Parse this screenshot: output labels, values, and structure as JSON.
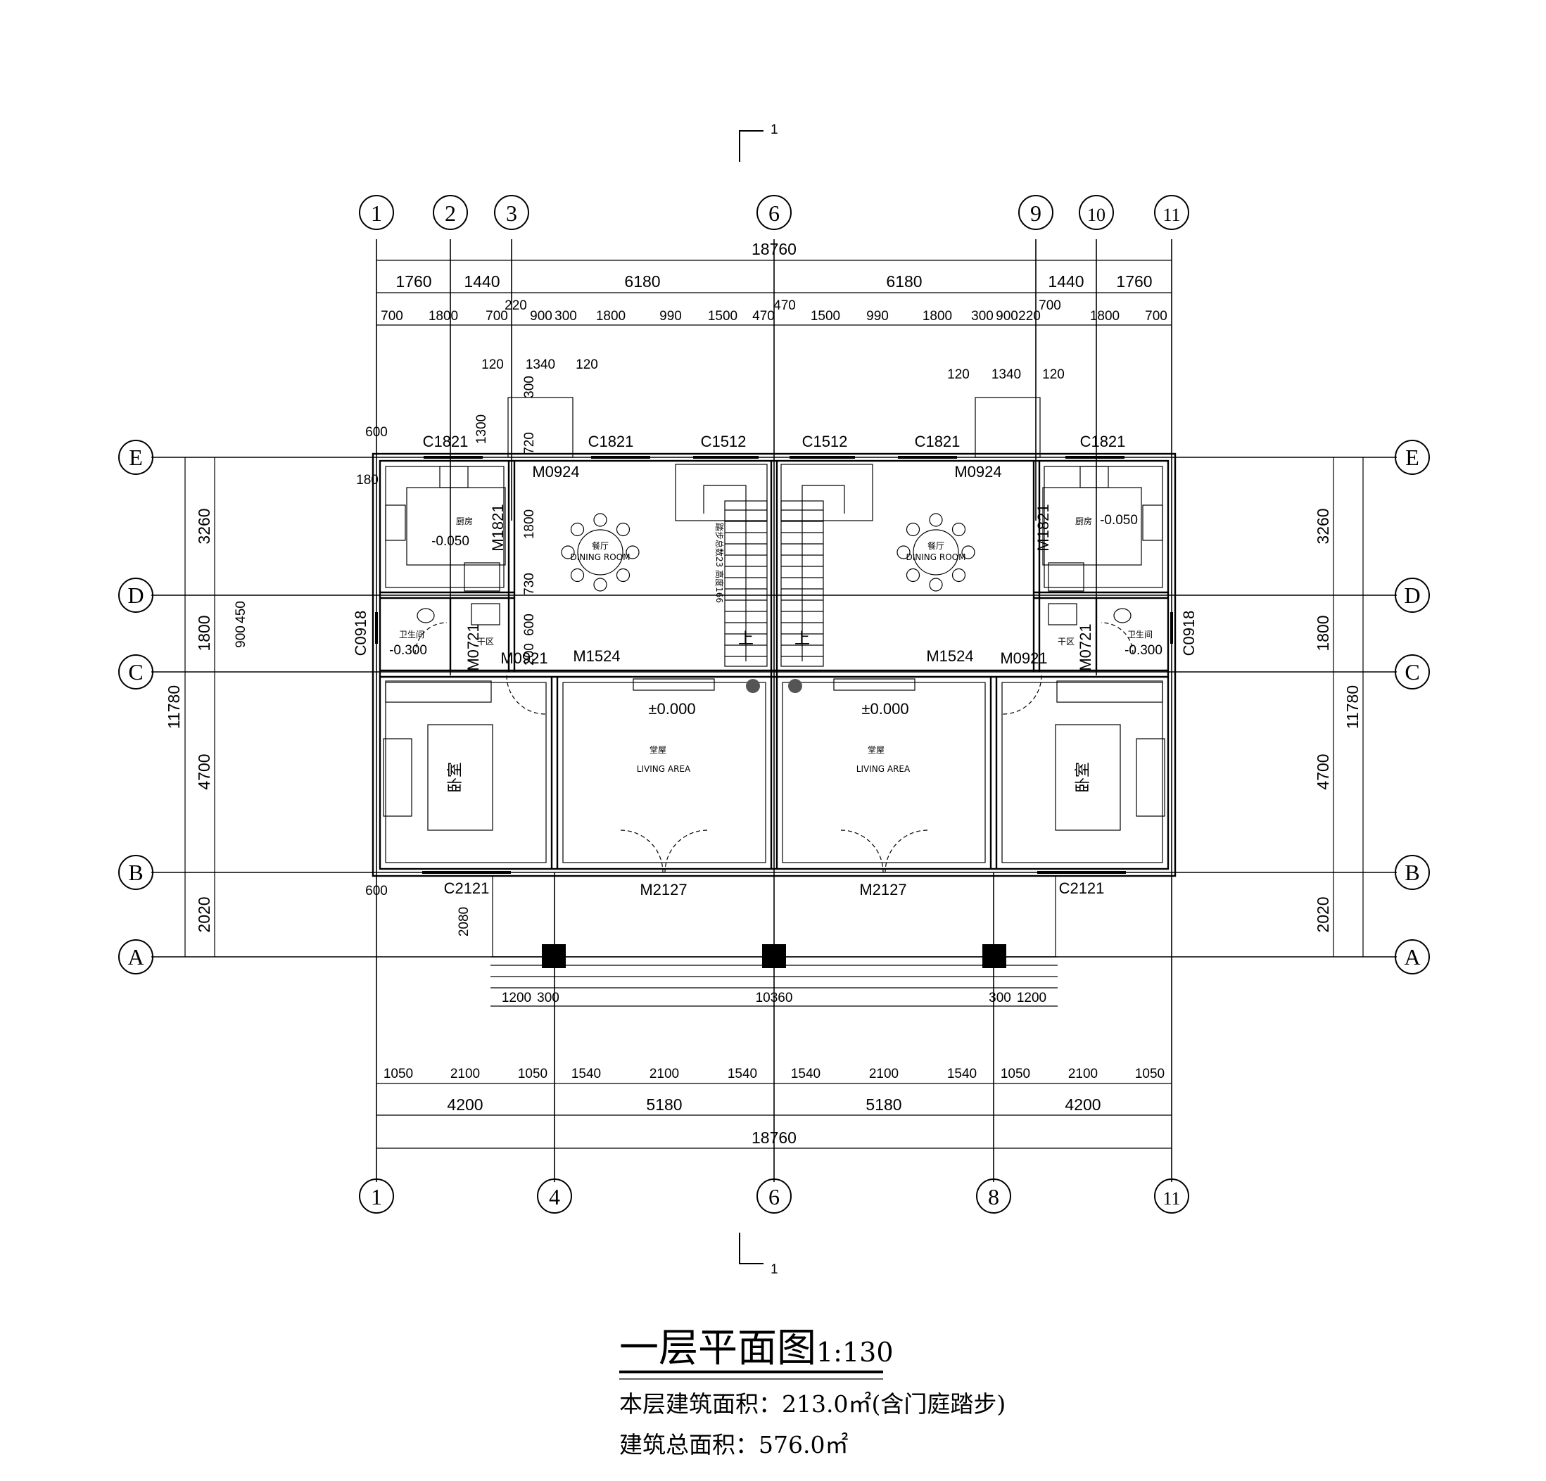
{
  "title": "一层平面图",
  "scale": "1:130",
  "area_floor": "本层建筑面积：213.0㎡(含门庭踏步)",
  "area_total": "建筑总面积：576.0㎡",
  "section_mark": "1",
  "axes_top": [
    "1",
    "2",
    "3",
    "6",
    "9",
    "10",
    "11"
  ],
  "axes_bottom": [
    "1",
    "4",
    "6",
    "8",
    "11"
  ],
  "axes_rows": [
    "E",
    "D",
    "C",
    "B",
    "A"
  ],
  "dims_top_total": "18760",
  "dims_top_row1": [
    "1760",
    "1440",
    "6180",
    "6180",
    "1440",
    "1760"
  ],
  "dims_top_row2_left": [
    "700",
    "1800",
    "700",
    "220",
    "900",
    "300",
    "1800",
    "990",
    "1500",
    "470"
  ],
  "dims_top_row2_right": [
    "470",
    "1500",
    "990",
    "1800",
    "300",
    "900",
    "220",
    "700",
    "1800",
    "700"
  ],
  "dims_stair_left": [
    "120",
    "1340",
    "120"
  ],
  "dims_stair_right": [
    "120",
    "1340",
    "120"
  ],
  "dims_bottom_row1": [
    "1050",
    "2100",
    "1050",
    "1540",
    "2100",
    "1540",
    "1540",
    "2100",
    "1540",
    "1050",
    "2100",
    "1050"
  ],
  "dims_bottom_row2": [
    "4200",
    "5180",
    "5180",
    "4200"
  ],
  "dims_bottom_total": "18760",
  "dims_porch": [
    "1200",
    "300",
    "10360",
    "300",
    "1200"
  ],
  "dims_left_rows": [
    "3260",
    "1800",
    "4700",
    "2020"
  ],
  "dims_left_total": "11780",
  "dims_right_rows": [
    "3260",
    "1800",
    "4700",
    "2020"
  ],
  "dims_right_total": "11780",
  "dims_misc": [
    "600",
    "180",
    "450",
    "900",
    "730",
    "720",
    "1800",
    "600",
    "200",
    "300",
    "1300",
    "2080",
    "600"
  ],
  "windows": [
    "C1821",
    "C1821",
    "C1512",
    "C1512",
    "C1821",
    "C1821",
    "C0918",
    "C0918",
    "C2121",
    "C2121"
  ],
  "doors": [
    "M0924",
    "M0924",
    "M1821",
    "M1821",
    "M0721",
    "M0721",
    "M0921",
    "M0921",
    "M1524",
    "M1524",
    "M2127",
    "M2127"
  ],
  "rooms": {
    "kitchen": "厨房",
    "dining": "餐厅",
    "dining_en": "DINING ROOM",
    "toilet": "卫生间",
    "dry": "干区",
    "bedroom": "卧室",
    "living": "堂屋",
    "living_en": "LIVING AREA",
    "stair_up": "上",
    "stair_note": "踏步总数23 高度166"
  },
  "levels": {
    "main": "±0.000",
    "kitchen": "-0.050",
    "toilet": "-0.300"
  }
}
